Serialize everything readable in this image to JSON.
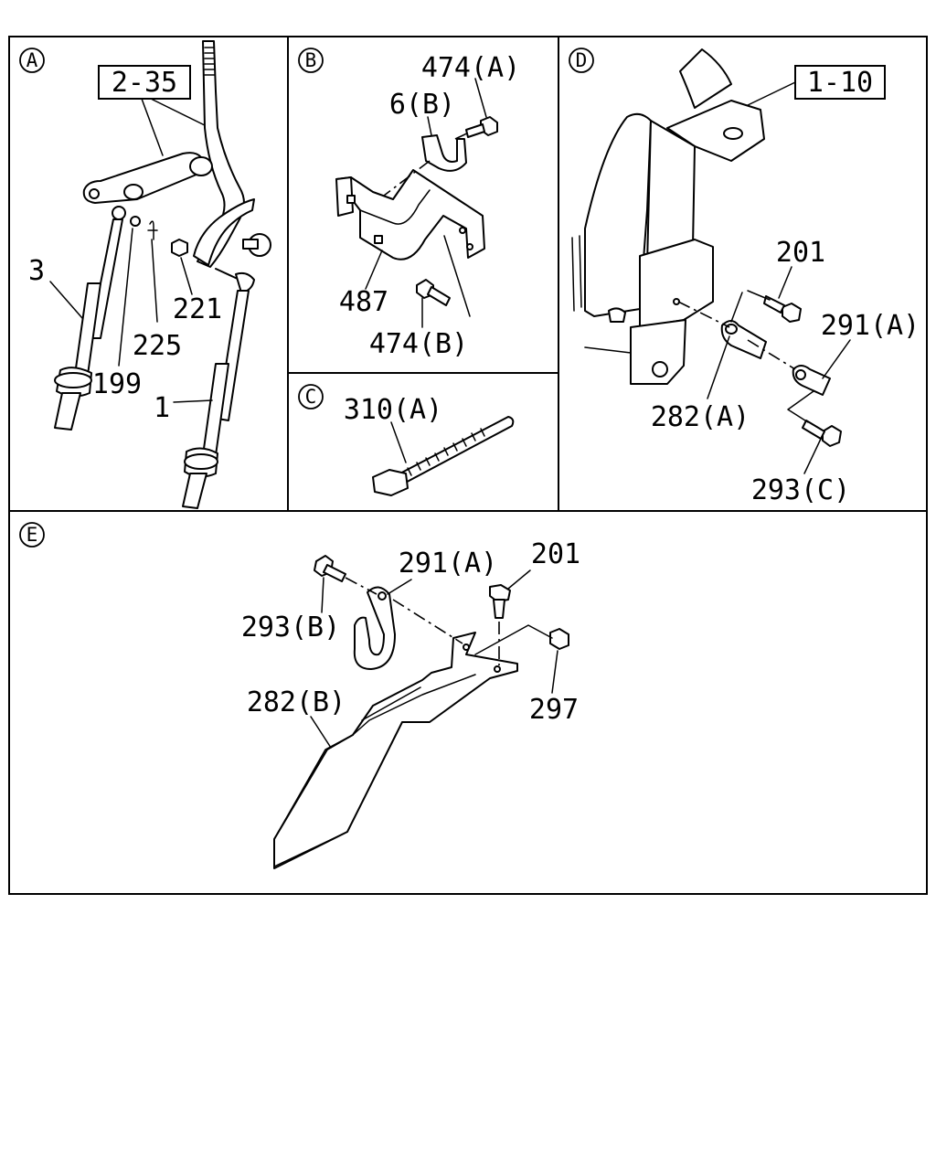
{
  "sections": {
    "A": {
      "letter": "A",
      "refs": [
        "2-35"
      ],
      "labels": [
        "3",
        "199",
        "225",
        "221",
        "1"
      ]
    },
    "B": {
      "letter": "B",
      "labels": [
        "474(A)",
        "6(B)",
        "487",
        "474(B)"
      ]
    },
    "C": {
      "letter": "C",
      "labels": [
        "310(A)"
      ]
    },
    "D": {
      "letter": "D",
      "refs": [
        "1-10"
      ],
      "labels": [
        "201",
        "291(A)",
        "282(A)",
        "293(C)"
      ]
    },
    "E": {
      "letter": "E",
      "labels": [
        "293(B)",
        "291(A)",
        "201",
        "282(B)",
        "297"
      ]
    }
  },
  "colors": {
    "line": "#000000",
    "background": "#ffffff"
  }
}
